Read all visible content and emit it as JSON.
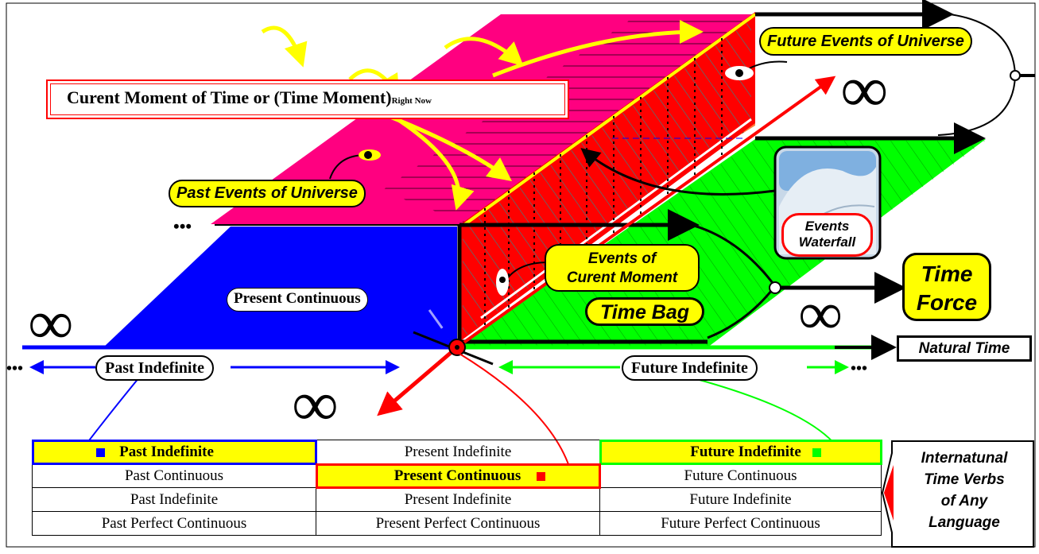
{
  "labels": {
    "current_moment": "Curent Moment of Time or (Time Moment)",
    "right_now": "Right Now",
    "future_events": "Future Events of Universe",
    "past_events": "Past Events of Universe",
    "events_waterfall_1": "Events",
    "events_waterfall_2": "Waterfall",
    "events_of_1": "Events of",
    "events_of_2": "Curent Moment",
    "present_continuous": "Present Continuous",
    "time_bag": "Time Bag",
    "time_force_1": "Time",
    "time_force_2": "Force",
    "natural_time": "Natural Time",
    "past_indefinite": "Past Indefinite",
    "future_indefinite": "Future Indefinite",
    "infinity": "∞",
    "dots": "•••"
  },
  "table": {
    "rows": [
      [
        "Past Indefinite",
        "Present Indefinite",
        "Future Indefinite"
      ],
      [
        "Past Continuous",
        "Present Continuous",
        "Future Continuous"
      ],
      [
        "Past Indefinite",
        "Present Indefinite",
        "Future Indefinite"
      ],
      [
        "Past Perfect Continuous",
        "Present Perfect Continuous",
        "Future Perfect Continuous"
      ]
    ],
    "side_label": [
      "Internatunal",
      "Time Verbs",
      "of Any",
      "Language"
    ]
  },
  "colors": {
    "past_plane": "#0000ff",
    "present_plane": "#ff0000",
    "future_plane": "#00ff00",
    "past_events_plane": "#ff0080",
    "future_events_plane": "#ff8040",
    "label_fill": "#ffff00"
  }
}
